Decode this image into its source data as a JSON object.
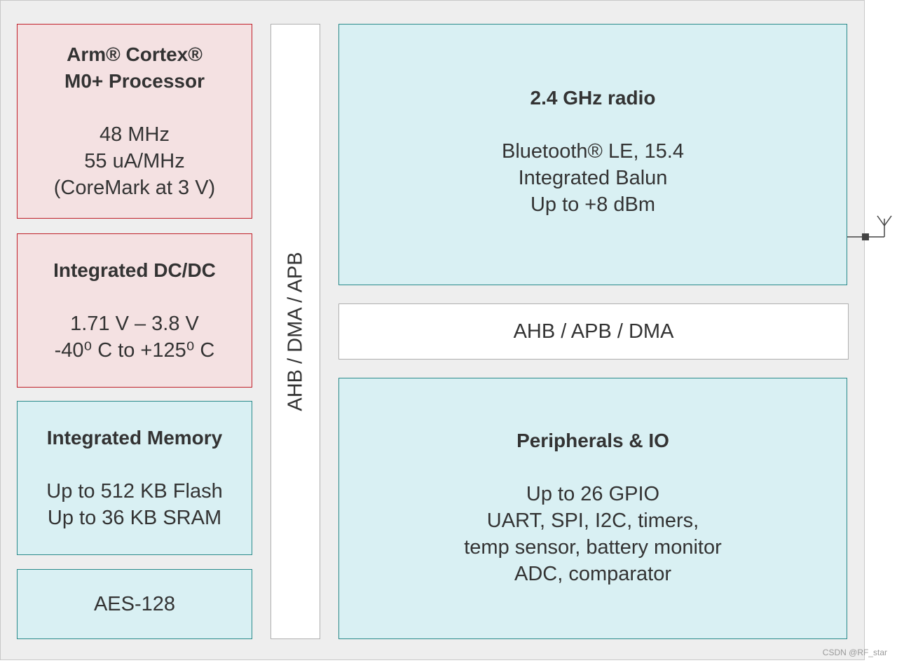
{
  "blocks": {
    "processor": {
      "title_line1": "Arm® Cortex®",
      "title_line2": "M0+ Processor",
      "details": [
        "48 MHz",
        "55 uA/MHz",
        "(CoreMark at 3 V)"
      ]
    },
    "dcdc": {
      "title": "Integrated DC/DC",
      "details": [
        "1.71 V – 3.8 V",
        "-40⁰ C to +125⁰ C"
      ]
    },
    "memory": {
      "title": "Integrated Memory",
      "details": [
        "Up to 512 KB Flash",
        "Up to 36 KB SRAM"
      ]
    },
    "aes": {
      "label": "AES-128"
    },
    "radio": {
      "title": "2.4 GHz radio",
      "details": [
        "Bluetooth® LE, 15.4",
        "Integrated Balun",
        "Up to +8 dBm"
      ]
    },
    "peripherals": {
      "title": "Peripherals & IO",
      "details": [
        "Up to 26 GPIO",
        "UART, SPI, I2C, timers,",
        "temp sensor, battery monitor",
        "ADC, comparator"
      ]
    }
  },
  "buses": {
    "vertical": "AHB / DMA / APB",
    "horizontal": "AHB / APB / DMA"
  },
  "watermark": "CSDN @RF_star",
  "colors": {
    "power_block_fill": "#f4e1e2",
    "power_block_border": "#c0202a",
    "io_block_fill": "#d9f0f3",
    "io_block_border": "#2a8a8a",
    "chip_background": "#eeeeee"
  }
}
